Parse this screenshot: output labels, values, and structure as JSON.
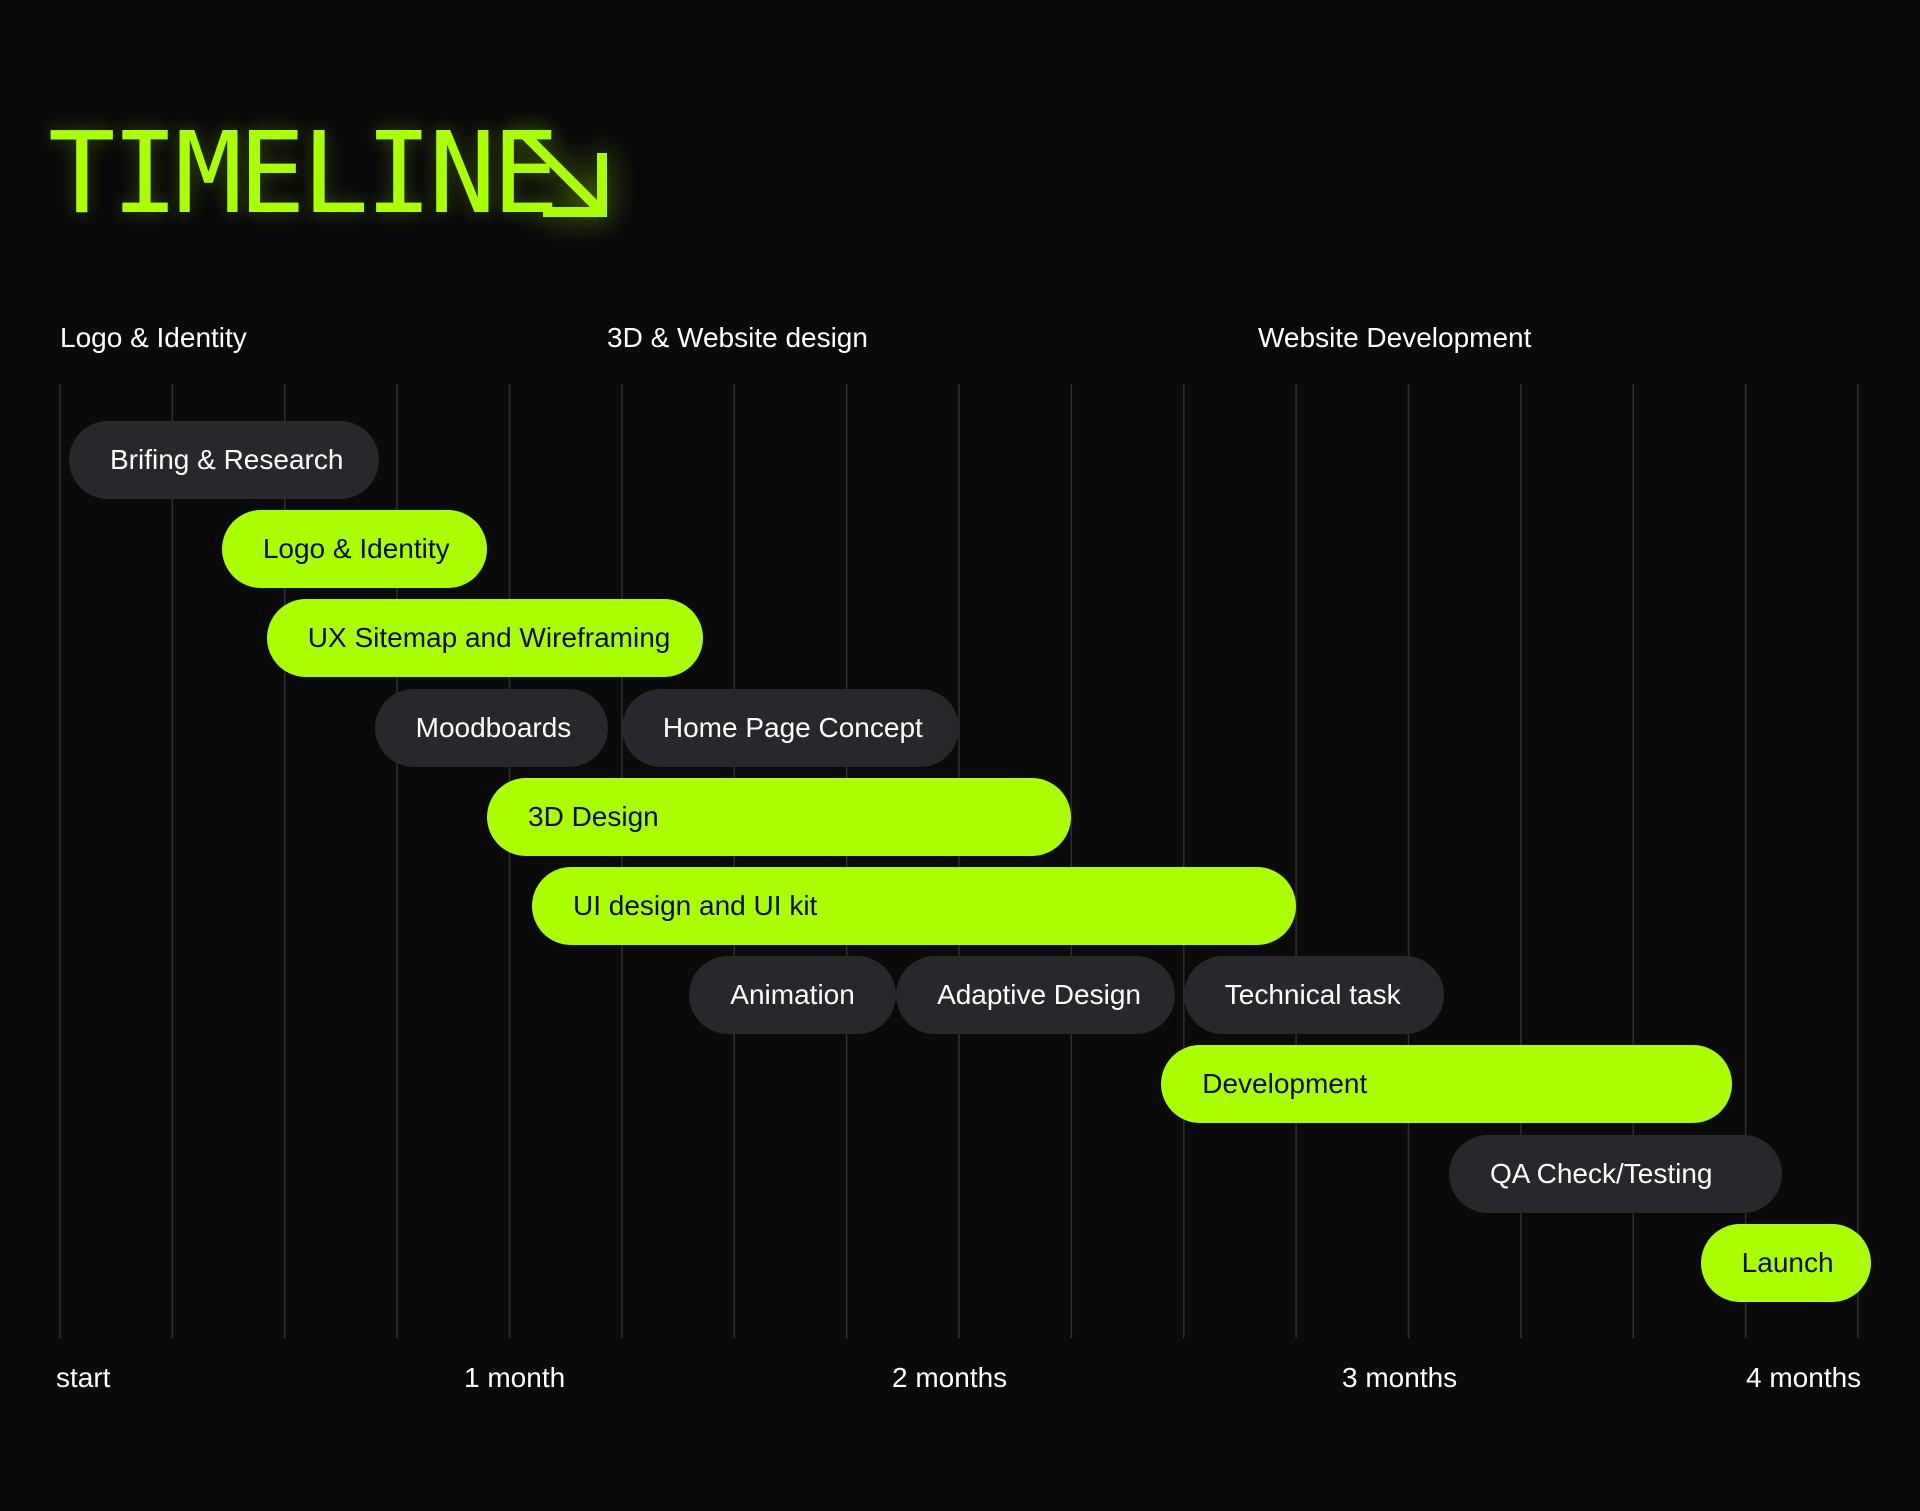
{
  "title": "TIMELINE",
  "icons": {
    "title_arrow": "arrow-down-right-icon"
  },
  "colors": {
    "background": "#0a0a0a",
    "accent": "#aaff00",
    "dark_bar": "#26282b",
    "text": "#ffffff",
    "gridline": "#2e2e2e"
  },
  "phases": [
    "Logo & Identity",
    "3D & Website design",
    "Website Development"
  ],
  "chart_data": {
    "type": "gantt",
    "x_unit": "months",
    "xlim": [
      0,
      4
    ],
    "x_ticks": [
      {
        "value": 0,
        "label": "start"
      },
      {
        "value": 1,
        "label": "1 month"
      },
      {
        "value": 2,
        "label": "2 months"
      },
      {
        "value": 3,
        "label": "3 months"
      },
      {
        "value": 4,
        "label": "4 months"
      }
    ],
    "gridline_step": 0.25,
    "phases": [
      {
        "label": "Logo & Identity",
        "start": 0
      },
      {
        "label": "3D & Website design",
        "start": 1.2
      },
      {
        "label": "Website Development",
        "start": 2.7
      }
    ],
    "tasks": [
      {
        "label": "Brifing & Research",
        "row": 0,
        "start": 0.02,
        "end": 0.71,
        "style": "dark"
      },
      {
        "label": "Logo & Identity",
        "row": 1,
        "start": 0.36,
        "end": 0.95,
        "style": "green"
      },
      {
        "label": "UX Sitemap and Wireframing",
        "row": 2,
        "start": 0.46,
        "end": 1.43,
        "style": "green"
      },
      {
        "label": "Moodboards",
        "row": 3,
        "start": 0.7,
        "end": 1.22,
        "style": "dark"
      },
      {
        "label": "Home Page Concept",
        "row": 3,
        "start": 1.25,
        "end": 2.0,
        "style": "dark"
      },
      {
        "label": "3D Design",
        "row": 4,
        "start": 0.95,
        "end": 2.25,
        "style": "green"
      },
      {
        "label": "UI design and UI kit",
        "row": 5,
        "start": 1.05,
        "end": 2.75,
        "style": "green"
      },
      {
        "label": "Animation",
        "row": 6,
        "start": 1.4,
        "end": 1.86,
        "style": "dark"
      },
      {
        "label": "Adaptive Design",
        "row": 6,
        "start": 1.86,
        "end": 2.48,
        "style": "dark"
      },
      {
        "label": "Technical task",
        "row": 6,
        "start": 2.5,
        "end": 3.08,
        "style": "dark"
      },
      {
        "label": "Development",
        "row": 7,
        "start": 2.45,
        "end": 3.72,
        "style": "green"
      },
      {
        "label": "QA Check/Testing",
        "row": 8,
        "start": 3.09,
        "end": 3.83,
        "style": "dark"
      },
      {
        "label": "Launch",
        "row": 9,
        "start": 3.65,
        "end": 4.03,
        "style": "green"
      }
    ]
  }
}
